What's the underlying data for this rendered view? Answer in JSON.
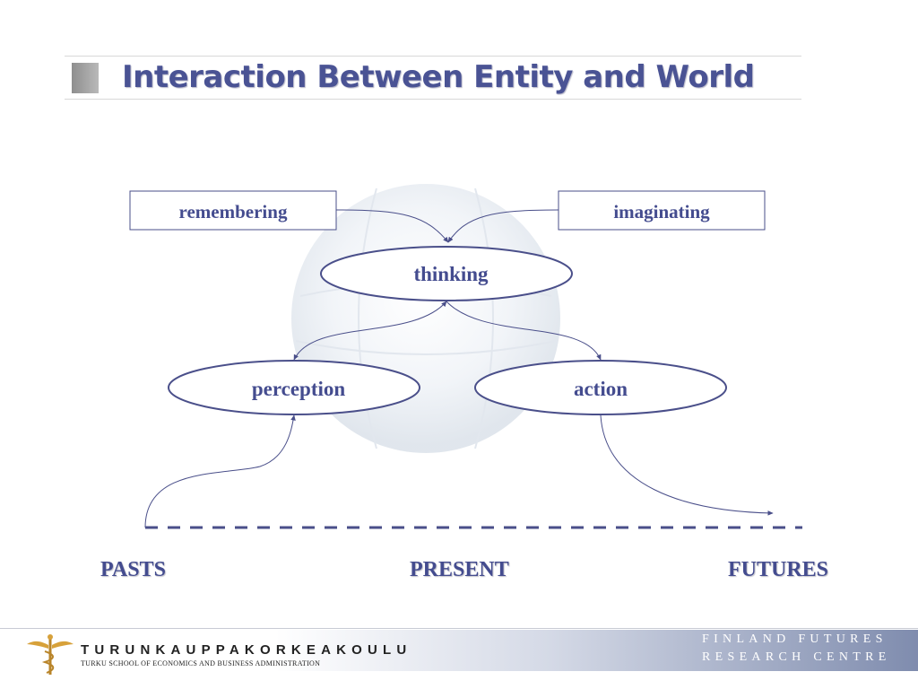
{
  "title": "Interaction Between Entity and World",
  "nodes": {
    "remembering": "remembering",
    "imaginating": "imaginating",
    "thinking": "thinking",
    "perception": "perception",
    "action": "action"
  },
  "timeline": {
    "pasts": "PASTS",
    "present": "PRESENT",
    "futures": "FUTURES"
  },
  "footer": {
    "school_name": "TURUNKAUPPAKORKEAKOULU",
    "school_subtitle": "TURKU SCHOOL OF ECONOMICS AND BUSINESS ADMINISTRATION",
    "centre_line1": "FINLAND FUTURES",
    "centre_line2": "RESEARCH CENTRE"
  },
  "colors": {
    "accent": "#4a5394",
    "line": "#4a4f8a"
  }
}
